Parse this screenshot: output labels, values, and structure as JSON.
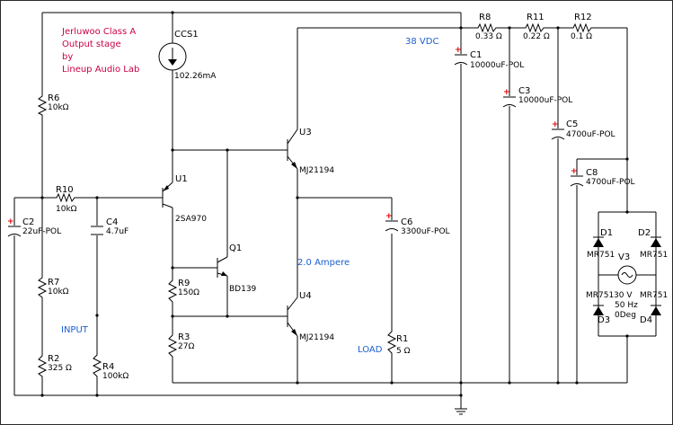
{
  "colors": {
    "wire": "#000000",
    "title": "#cc0044",
    "note": "#1a5fd0",
    "plus": "#e00000",
    "border": "#2a2a2a"
  },
  "title": [
    "Jerluwoo Class A",
    "Output stage",
    "by",
    "Lineup Audio Lab"
  ],
  "notes": {
    "supply": "38 VDC",
    "current": "2.0 Ampere",
    "input": "INPUT",
    "load": "LOAD"
  },
  "ccs1": {
    "ref": "CCS1",
    "value": "102.26mA"
  },
  "r6": {
    "ref": "R6",
    "value": "10kΩ"
  },
  "r10": {
    "ref": "R10",
    "value": "10kΩ"
  },
  "r7": {
    "ref": "R7",
    "value": "10kΩ"
  },
  "r2": {
    "ref": "R2",
    "value": "325 Ω"
  },
  "r4": {
    "ref": "R4",
    "value": "100kΩ"
  },
  "r9": {
    "ref": "R9",
    "value": "150Ω"
  },
  "r3": {
    "ref": "R3",
    "value": "27Ω"
  },
  "r1": {
    "ref": "R1",
    "value": "5 Ω"
  },
  "r8": {
    "ref": "R8",
    "value": "0.33 Ω"
  },
  "r11": {
    "ref": "R11",
    "value": "0.22 Ω"
  },
  "r12": {
    "ref": "R12",
    "value": "0.1 Ω"
  },
  "c1": {
    "ref": "C1",
    "value": "10000uF-POL"
  },
  "c2": {
    "ref": "C2",
    "value": "22uF-POL"
  },
  "c3": {
    "ref": "C3",
    "value": "10000uF-POL"
  },
  "c4": {
    "ref": "C4",
    "value": "4.7uF"
  },
  "c5": {
    "ref": "C5",
    "value": "4700uF-POL"
  },
  "c6": {
    "ref": "C6",
    "value": "3300uF-POL"
  },
  "c8": {
    "ref": "C8",
    "value": "4700uF-POL"
  },
  "u1": {
    "ref": "U1",
    "value": "2SA970"
  },
  "u3": {
    "ref": "U3",
    "value": "MJ21194"
  },
  "u4": {
    "ref": "U4",
    "value": "MJ21194"
  },
  "q1": {
    "ref": "Q1",
    "value": "BD139"
  },
  "d1": {
    "ref": "D1",
    "value": "MR751"
  },
  "d2": {
    "ref": "D2",
    "value": "MR751"
  },
  "d3": {
    "ref": "D3",
    "value": "MR751"
  },
  "d4": {
    "ref": "D4",
    "value": "MR751"
  },
  "v3": {
    "ref": "V3",
    "voltage": "30 V",
    "freq": "50 Hz",
    "phase": "0Deg"
  }
}
